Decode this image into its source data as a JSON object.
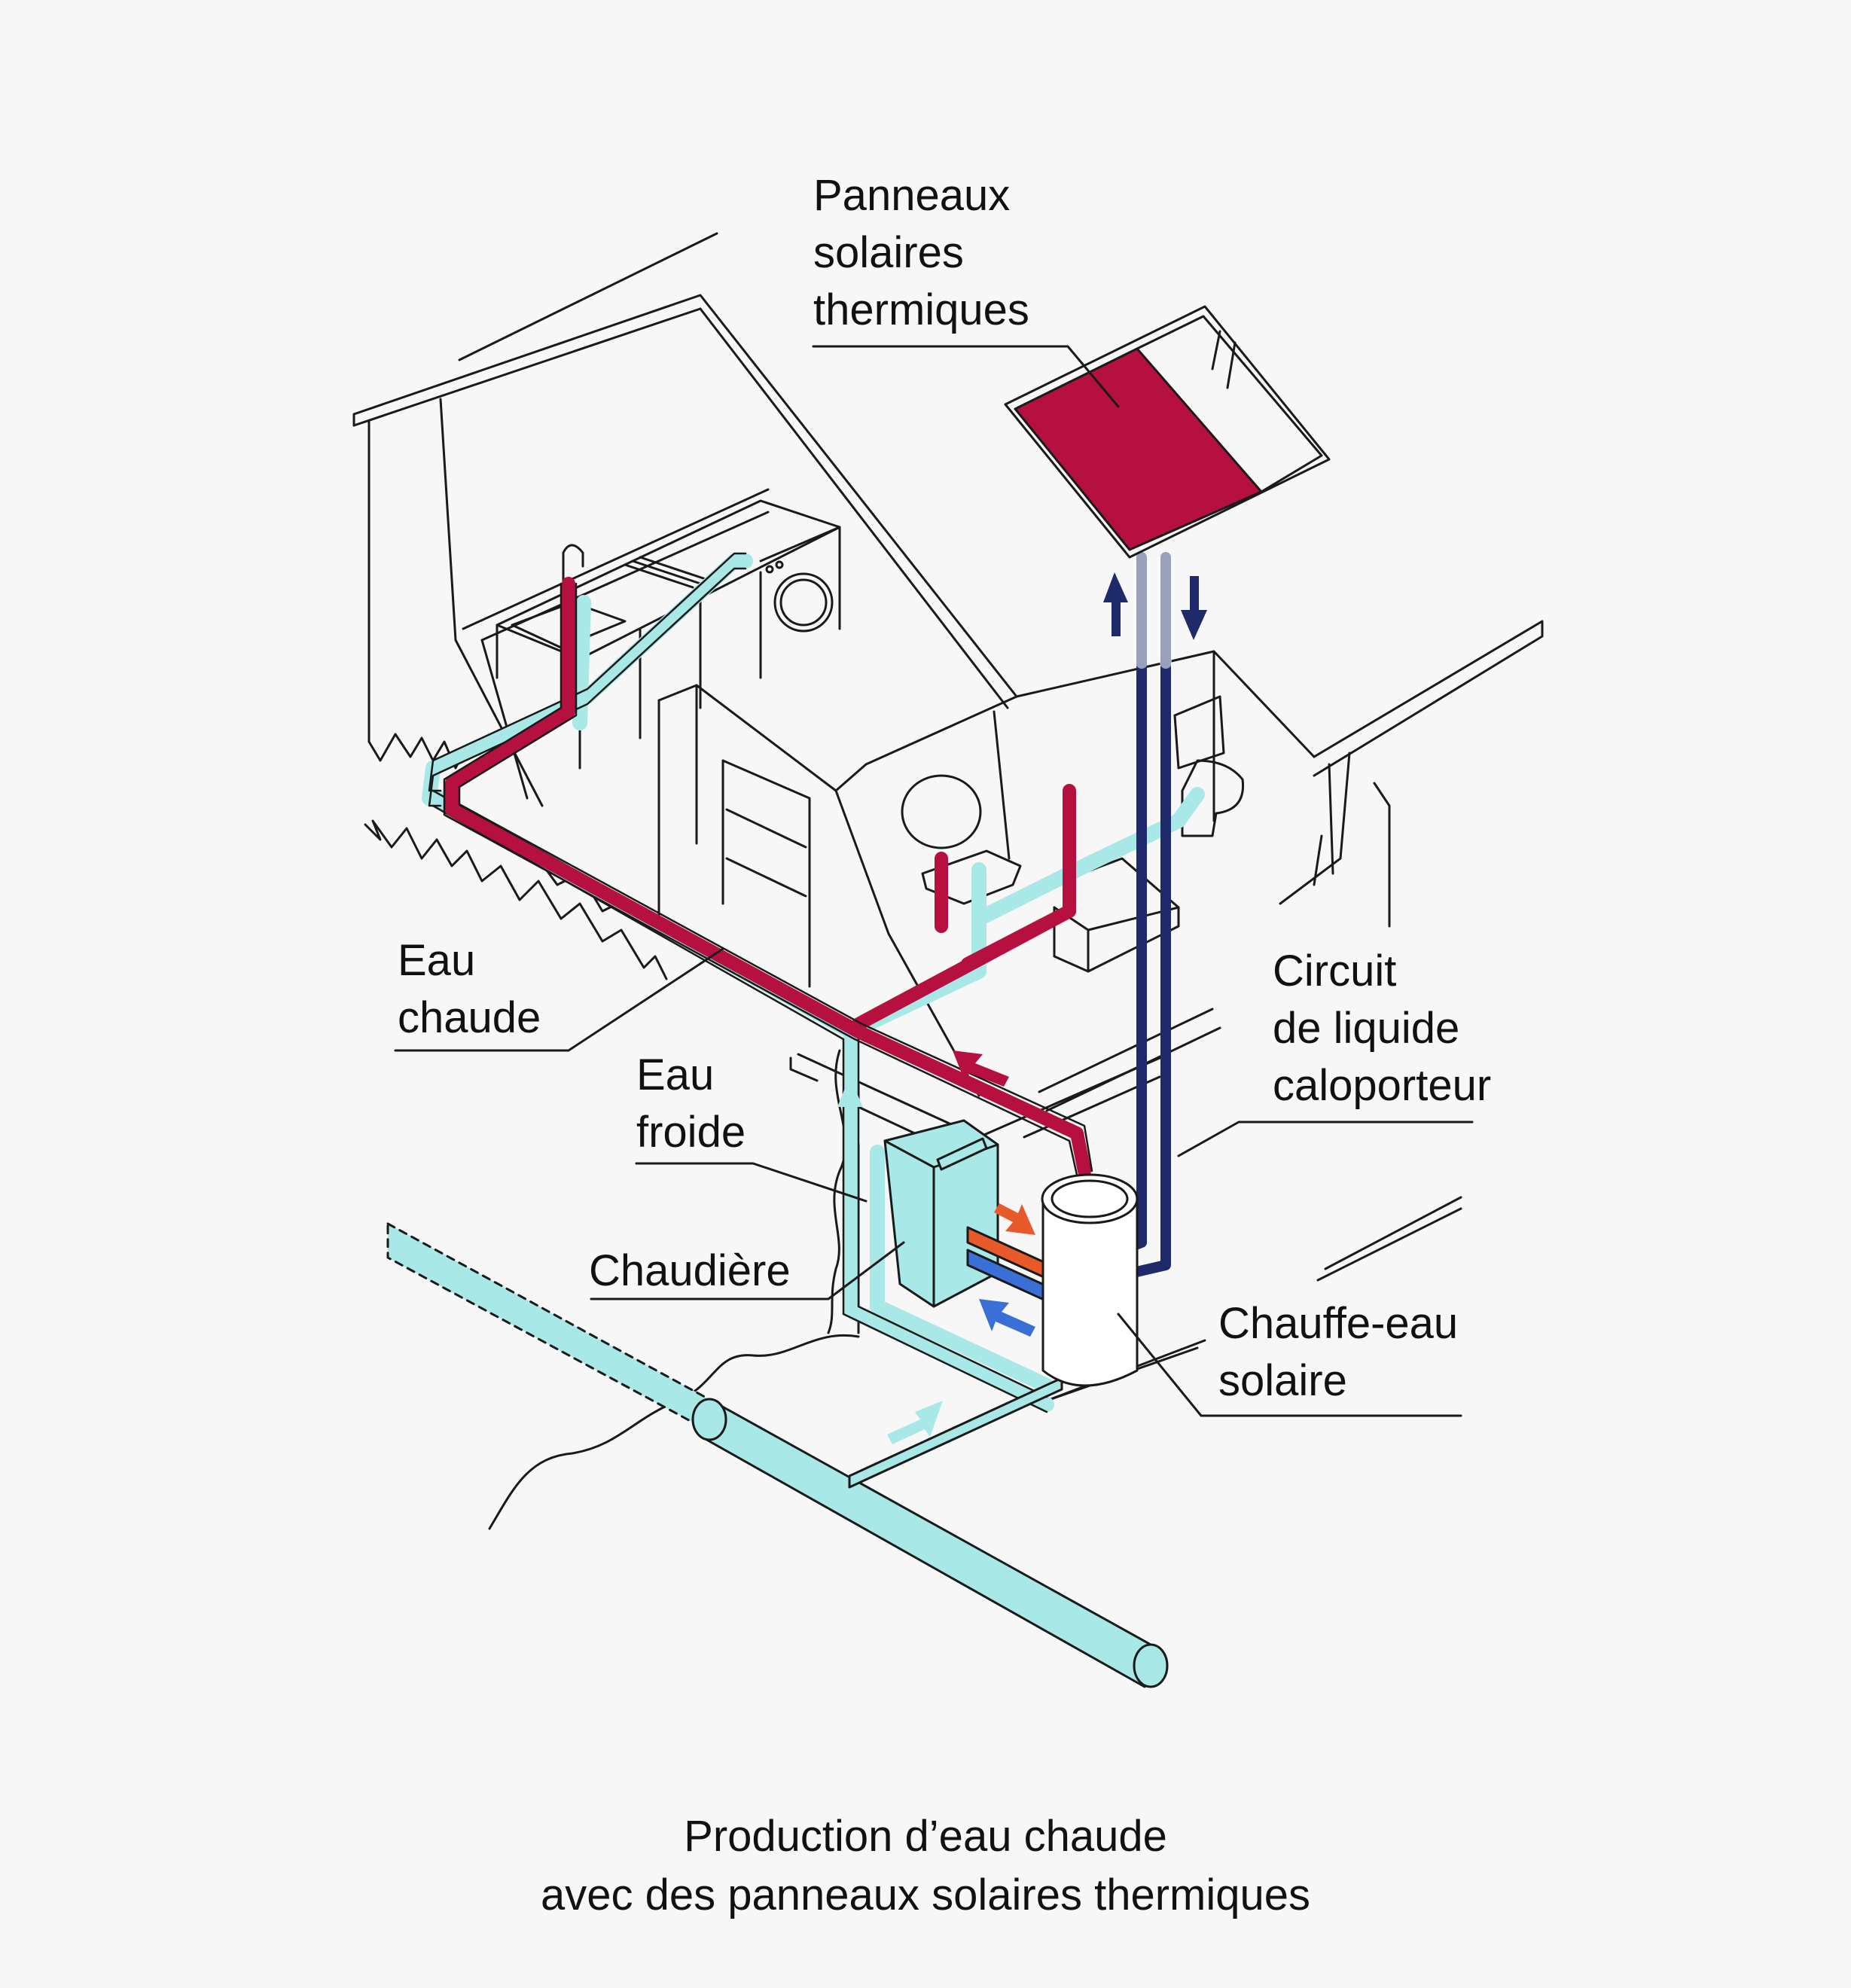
{
  "labels": {
    "panels": [
      "Panneaux",
      "solaires",
      "thermiques"
    ],
    "hot_water": [
      "Eau",
      "chaude"
    ],
    "cold_water": [
      "Eau",
      "froide"
    ],
    "boiler": "Chaudière",
    "circuit": [
      "Circuit",
      "de liquide",
      "caloporteur"
    ],
    "solar_heater": [
      "Chauffe-eau",
      "solaire"
    ]
  },
  "caption": [
    "Production d’eau chaude",
    "avec des panneaux solaires thermiques"
  ],
  "colors": {
    "hot_pipe": "#b5103f",
    "cold_pipe": "#a8e8e6",
    "circuit_pipe": "#1f2a6b",
    "boiler_fill": "#a8e8e6",
    "panel_fill": "#b5103f",
    "exchange_hot": "#e85a2a",
    "exchange_cold": "#3a6fd6",
    "line": "#1a1a1a"
  }
}
